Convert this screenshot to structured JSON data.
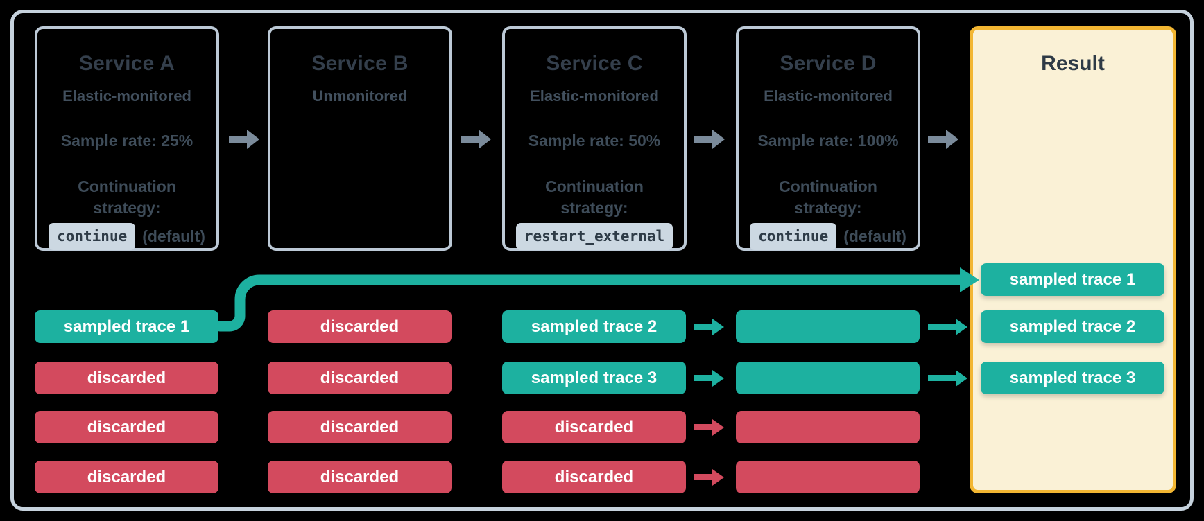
{
  "palette": {
    "background": "#000000",
    "outer_border": "#c6d2dd",
    "service_border": "#bcc9d6",
    "title_text": "#343f4c",
    "body_text": "#3e4c59",
    "code_pill_bg": "#ccd8e2",
    "code_pill_text": "#2e3b47",
    "sampled_teal": "#1db1a0",
    "discarded_red": "#d34a5e",
    "gray_arrow": "#7b8b9b",
    "result_bg": "#faf1d6",
    "result_border": "#f2b632",
    "pill_text": "#ffffff"
  },
  "services": [
    {
      "title": "Service A",
      "subtitle": "Elastic-monitored",
      "sample_rate": "Sample rate: 25%",
      "continuation_line1": "Continuation",
      "continuation_line2": "strategy:",
      "code": "continue",
      "code_suffix": "(default)"
    },
    {
      "title": "Service B",
      "subtitle": "Unmonitored"
    },
    {
      "title": "Service C",
      "subtitle": "Elastic-monitored",
      "sample_rate": "Sample rate: 50%",
      "continuation_line1": "Continuation",
      "continuation_line2": "strategy:",
      "code": "restart_external",
      "code_suffix": ""
    },
    {
      "title": "Service D",
      "subtitle": "Elastic-monitored",
      "sample_rate": "Sample rate: 100%",
      "continuation_line1": "Continuation",
      "continuation_line2": "strategy:",
      "code": "continue",
      "code_suffix": "(default)"
    }
  ],
  "trace_columns": [
    {
      "service": "Service A",
      "pills": [
        {
          "label": "sampled trace 1",
          "kind": "sampled"
        },
        {
          "label": "discarded",
          "kind": "discarded"
        },
        {
          "label": "discarded",
          "kind": "discarded"
        },
        {
          "label": "discarded",
          "kind": "discarded"
        }
      ]
    },
    {
      "service": "Service B",
      "pills": [
        {
          "label": "discarded",
          "kind": "discarded"
        },
        {
          "label": "discarded",
          "kind": "discarded"
        },
        {
          "label": "discarded",
          "kind": "discarded"
        },
        {
          "label": "discarded",
          "kind": "discarded"
        }
      ]
    },
    {
      "service": "Service C",
      "pills": [
        {
          "label": "sampled trace 2",
          "kind": "sampled"
        },
        {
          "label": "sampled trace 3",
          "kind": "sampled"
        },
        {
          "label": "discarded",
          "kind": "discarded"
        },
        {
          "label": "discarded",
          "kind": "discarded"
        }
      ]
    },
    {
      "service": "Service D",
      "pills": [
        {
          "label": "",
          "kind": "sampled"
        },
        {
          "label": "",
          "kind": "sampled"
        },
        {
          "label": "",
          "kind": "discarded"
        },
        {
          "label": "",
          "kind": "discarded"
        }
      ]
    }
  ],
  "result": {
    "title": "Result",
    "pills": [
      {
        "label": "sampled trace 1",
        "kind": "sampled"
      },
      {
        "label": "sampled trace 2",
        "kind": "sampled"
      },
      {
        "label": "sampled trace 3",
        "kind": "sampled"
      }
    ]
  }
}
